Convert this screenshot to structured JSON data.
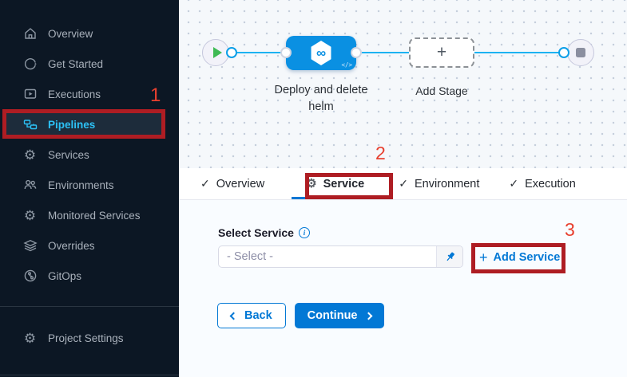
{
  "sidebar": {
    "items": [
      {
        "label": "Overview",
        "icon": "home-icon"
      },
      {
        "label": "Get Started",
        "icon": "get-started-icon"
      },
      {
        "label": "Executions",
        "icon": "executions-icon"
      },
      {
        "label": "Pipelines",
        "icon": "pipelines-icon",
        "active": true
      },
      {
        "label": "Services",
        "icon": "services-icon"
      },
      {
        "label": "Environments",
        "icon": "environments-icon"
      },
      {
        "label": "Monitored Services",
        "icon": "monitored-services-icon"
      },
      {
        "label": "Overrides",
        "icon": "overrides-icon"
      },
      {
        "label": "GitOps",
        "icon": "gitops-icon"
      }
    ],
    "footer_item": {
      "label": "Project Settings",
      "icon": "gear-icon"
    }
  },
  "pipeline_canvas": {
    "stage_label": "Deploy and delete helm",
    "add_stage_label": "Add Stage"
  },
  "tabs": {
    "overview": {
      "label": "Overview",
      "icon": "check-icon"
    },
    "service": {
      "label": "Service",
      "icon": "gear-icon",
      "active": true
    },
    "environment": {
      "label": "Environment",
      "icon": "check-icon"
    },
    "execution": {
      "label": "Execution",
      "icon": "check-icon"
    }
  },
  "form": {
    "select_service_label": "Select Service",
    "select_value": "- Select -",
    "add_service_label": "Add Service",
    "back_label": "Back",
    "continue_label": "Continue"
  },
  "annotations": {
    "step_1": "1",
    "step_2": "2",
    "step_3": "3",
    "box_color": "#ae1d23",
    "number_color": "#e8402f"
  },
  "icons": {
    "check": "✓",
    "gear": "⚙",
    "plus": "+",
    "infinity": "∞",
    "info": "i",
    "code": "</>"
  },
  "colors": {
    "accent_blue": "#0278d5",
    "stage_node_blue": "#0a90e2",
    "pipeline_line_blue": "#1cb2f1",
    "sidebar_bg": "#0c1724",
    "sidebar_active_text": "#2cc1f5",
    "canvas_bg": "#f5f8fb",
    "form_bg": "#f9fcff",
    "play_green": "#3fba54"
  }
}
